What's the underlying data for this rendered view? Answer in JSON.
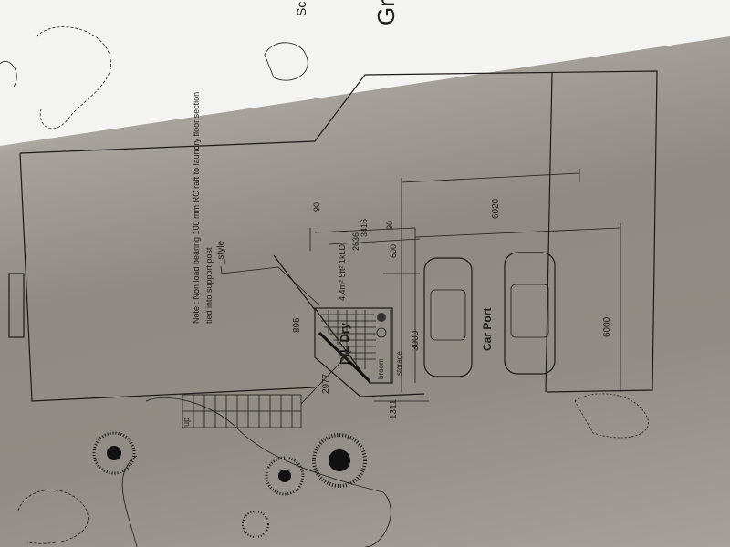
{
  "sheet": {
    "title_partial": "Gro",
    "subtitle_partial": "Sc"
  },
  "notes": {
    "line1": "Note : Non load bearing  100 mm RC raft to laundry floor section",
    "line2": "tied into support post",
    "style_label": "_style",
    "handwritten": "4.4m² 5ft² 1kLD"
  },
  "dimensions": {
    "d90_top": "90",
    "d2636": "2636",
    "d3416": "3416",
    "d90_bottom": "90",
    "d600": "600",
    "d6020": "6020",
    "d6000": "6000",
    "d3000": "3000",
    "d2977": "2977",
    "d895": "895",
    "d1311": "1311"
  },
  "rooms": {
    "laundry": "D/L Dry",
    "broom": "broom",
    "storage": "storage",
    "carport": "Car Port",
    "stairs": "up"
  }
}
